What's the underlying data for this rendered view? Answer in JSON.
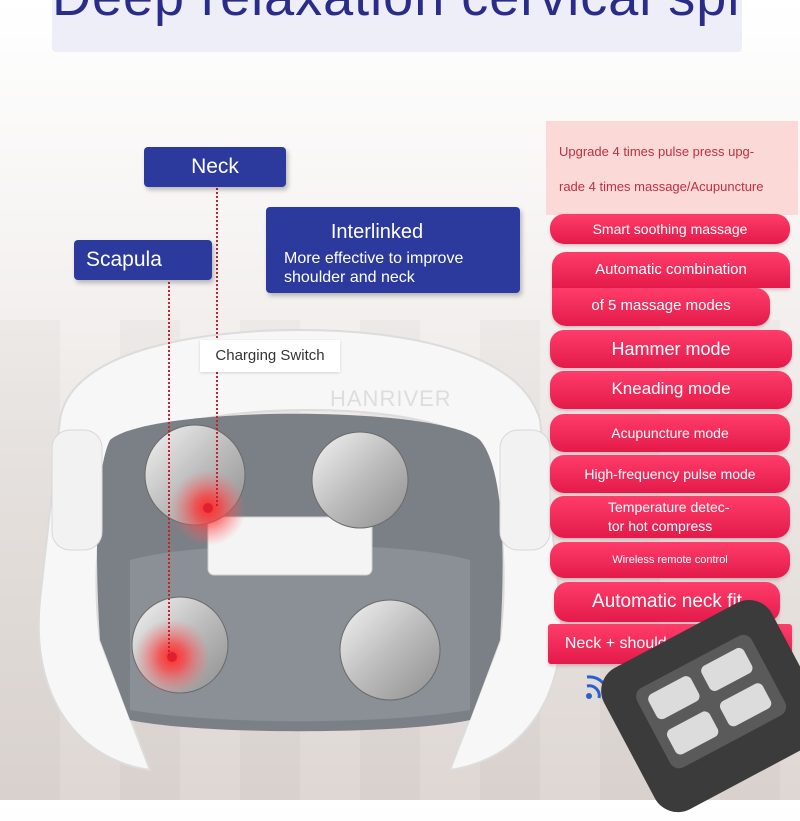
{
  "title": "Deep relaxation cervical spine",
  "labels": {
    "neck": "Neck",
    "scapula": "Scapula",
    "interlinked_title": "Interlinked",
    "interlinked_desc_1": "More effective to improve",
    "interlinked_desc_2": "shoulder and neck",
    "charging_switch": "Charging Switch",
    "watermark": "HANRIVER"
  },
  "features": {
    "upgrade_line_1": "Upgrade 4 times pulse press upg-",
    "upgrade_line_2": "rade 4 times massage/Acupuncture",
    "items": [
      "Smart soothing massage",
      "Automatic combination",
      "of 5 massage modes",
      "Hammer mode",
      "Kneading mode",
      "Acupuncture mode",
      "High-frequency pulse mode",
      "Temperature detec-",
      "tor hot compress",
      "Wireless remote control",
      "Automatic neck fit",
      "Neck + shoulder 4-in -1 mode"
    ]
  },
  "colors": {
    "title_blue": "#2a2c8a",
    "label_blue": "#2c3a9e",
    "pill_red": "#e31a4a",
    "pink_band": "#fad9d6",
    "heat_point": "#e0202e"
  },
  "icons": [
    "wifi-signal-icon",
    "remote-control-icon"
  ]
}
